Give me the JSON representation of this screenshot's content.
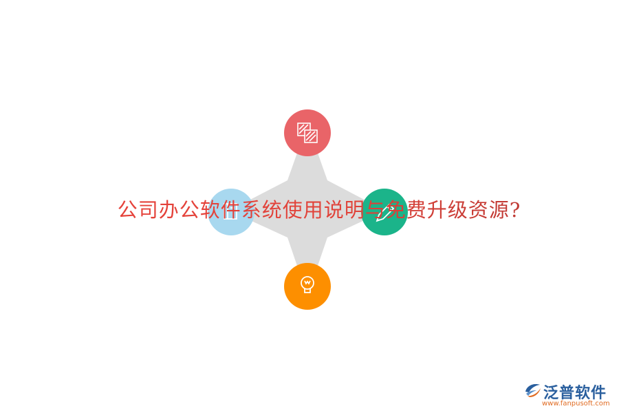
{
  "title": "公司办公软件系统使用说明与免费升级资源?",
  "nodes": [
    {
      "id": "top",
      "color": "#e96468",
      "icon": "layers-stripes-icon"
    },
    {
      "id": "left",
      "color": "#a8d8ef",
      "icon": "book-icon"
    },
    {
      "id": "right",
      "color": "#1bb48a",
      "icon": "pencil-icon"
    },
    {
      "id": "bottom",
      "color": "#fd8f00",
      "icon": "lightbulb-icon"
    }
  ],
  "star_color": "#dcdcdc",
  "logo": {
    "name": "泛普软件",
    "url": "www.fanpusoft.com"
  }
}
